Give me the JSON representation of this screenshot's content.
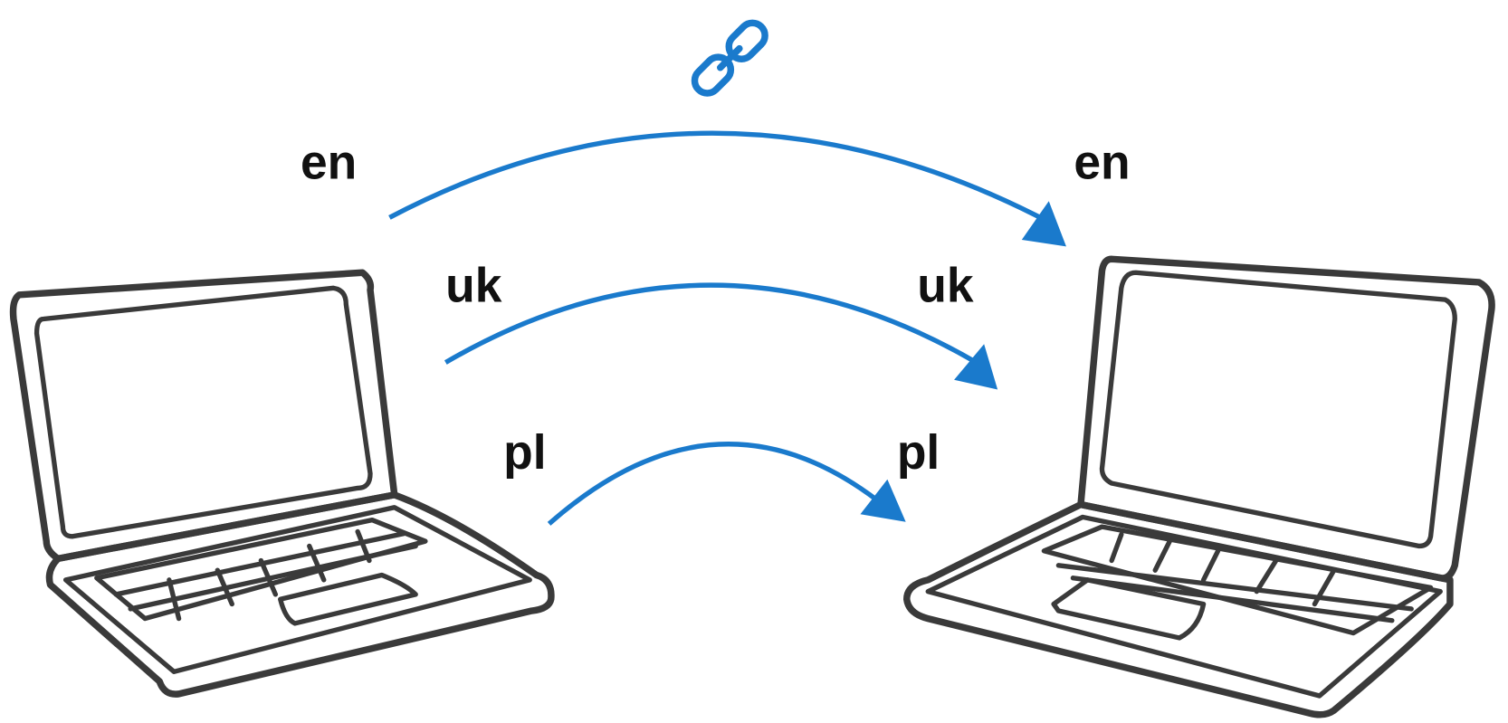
{
  "colors": {
    "accent": "#1a7acc",
    "sketch": "#3a3a3a",
    "text": "#111111"
  },
  "icons": {
    "link": "link-icon",
    "device": "laptop-icon"
  },
  "source": {
    "languages": [
      "en",
      "uk",
      "pl"
    ]
  },
  "target": {
    "languages": [
      "en",
      "uk",
      "pl"
    ]
  }
}
